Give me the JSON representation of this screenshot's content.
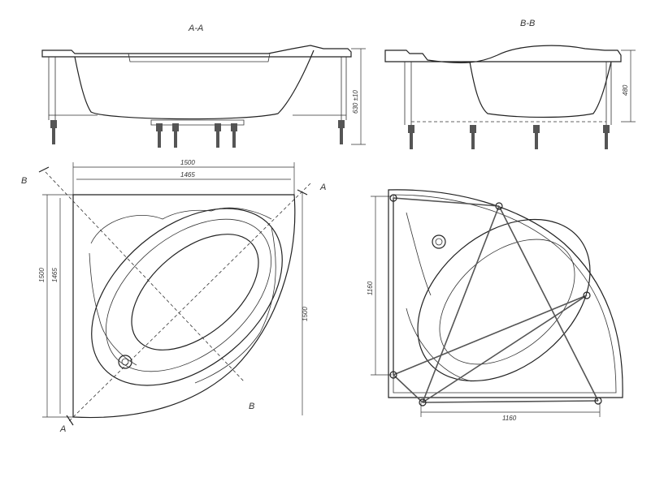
{
  "views": {
    "section_aa": "A-A",
    "section_bb": "B-B"
  },
  "dimensions": {
    "height_aa": "630 ±10",
    "height_bb": "480",
    "width_outer": "1500",
    "width_inner": "1465",
    "side_outer": "1500",
    "side_inner": "1465",
    "diag_right": "1500",
    "frame_side": "1160",
    "frame_bottom": "1160"
  },
  "markers": {
    "b_top": "B",
    "a_top": "A",
    "b_bottom": "B",
    "a_bottom": "A"
  }
}
